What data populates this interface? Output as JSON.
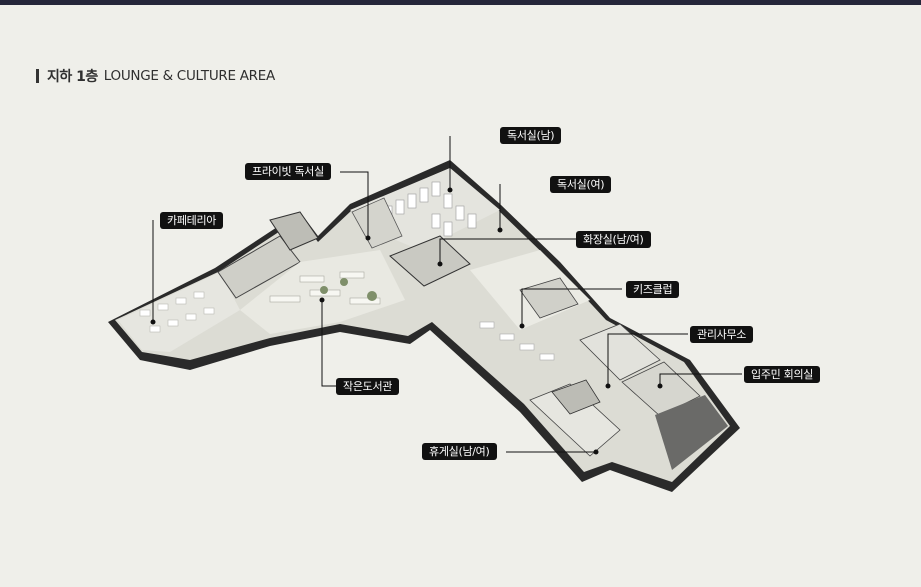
{
  "heading": {
    "floor": "지하 1층",
    "area": "LOUNGE & CULTURE AREA"
  },
  "labels": {
    "cafeteria": "카페테리아",
    "private_study": "프라이빗 독서실",
    "study_male": "독서실(남)",
    "study_female": "독서실(여)",
    "restroom": "화장실(남/여)",
    "kids_club": "키즈클럽",
    "management_office": "관리사무소",
    "residents_meeting_room": "입주민 회의실",
    "small_library": "작은도서관",
    "lounge": "휴게실(남/여)"
  },
  "colors": {
    "floor": "#dcdcd4",
    "wall": "#2b2b2b",
    "label_bg": "#111111",
    "label_text": "#ffffff",
    "top_bar": "#25263a"
  }
}
